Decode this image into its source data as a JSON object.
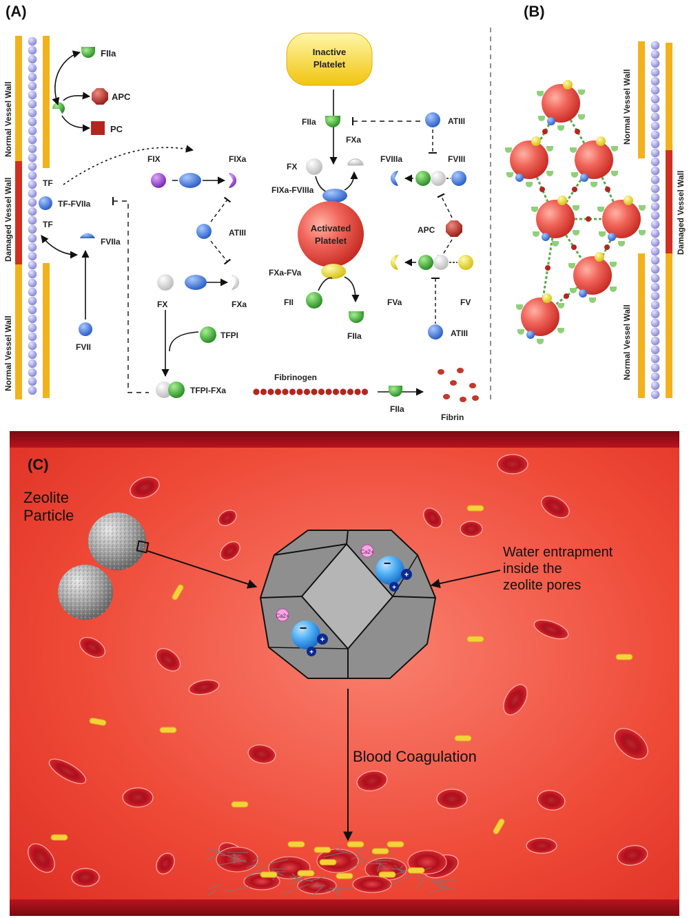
{
  "panel_labels": {
    "a": "(A)",
    "b": "(B)",
    "c": "(C)"
  },
  "vessel_labels": {
    "normal_top": "Normal Vessel Wall",
    "damaged": "Damaged Vessel Wall",
    "normal_bottom": "Normal Vessel Wall",
    "b_normal_top": "Normal Vessel Wall",
    "b_damaged": "Damaged Vessel Wall",
    "b_normal_bottom": "Normal Vessel Wall"
  },
  "cascade": {
    "fiia_top": "FIIa",
    "apc_left": "APC",
    "pc": "PC",
    "tf_top": "TF",
    "tf_fviia": "TF-FVIIa",
    "tf_bottom": "TF",
    "fviia": "FVIIa",
    "fvii": "FVII",
    "fix": "FIX",
    "fixa": "FIXa",
    "atiii_mid": "ATIII",
    "fx_left": "FX",
    "fxa_left": "FXa",
    "tfpi": "TFPI",
    "tfpi_fxa": "TFPI-FXa",
    "inactive_platelet_1": "Inactive",
    "inactive_platelet_2": "Platelet",
    "fiia_platelet": "FIIa",
    "fxa_platelet": "FXa",
    "fx_platelet": "FX",
    "fixa_fviiia": "FIXa-FVIIIa",
    "activated_platelet_1": "Activated",
    "activated_platelet_2": "Platelet",
    "fxa_fva": "FXa-FVa",
    "fii": "FII",
    "fiia_bottom": "FIIa",
    "atiii_right_top": "ATIII",
    "fviiia": "FVIIIa",
    "fviii": "FVIII",
    "apc_right": "APC",
    "fva": "FVa",
    "fv": "FV",
    "atiii_right_bottom": "ATIII",
    "fibrinogen": "Fibrinogen",
    "fiia_fibrin": "FIIa",
    "fibrin": "Fibrin"
  },
  "panel_c": {
    "zeolite_1": "Zeolite",
    "zeolite_2": "Particle",
    "water_1": "Water entrapment",
    "water_2": "inside the",
    "water_3": "zeolite pores",
    "coagulation": "Blood Coagulation",
    "ion_label": "Ca2+",
    "charge_minus": "−",
    "charge_plus": "+"
  },
  "colors": {
    "wall_yellow": "#f2b21c",
    "wall_red": "#d0301f",
    "cell_lavender": "#a9a7e6",
    "thrombin_green": "#44b23a",
    "factor_blue": "#3f7ee0",
    "apc_red": "#c0392b",
    "fix_purple": "#8d3bbf",
    "fv_yellow": "#e6d21e",
    "blood_red": "#e8392d",
    "vessel_dark": "#a8101b",
    "zeolite_gray": "#8c8c8c"
  }
}
